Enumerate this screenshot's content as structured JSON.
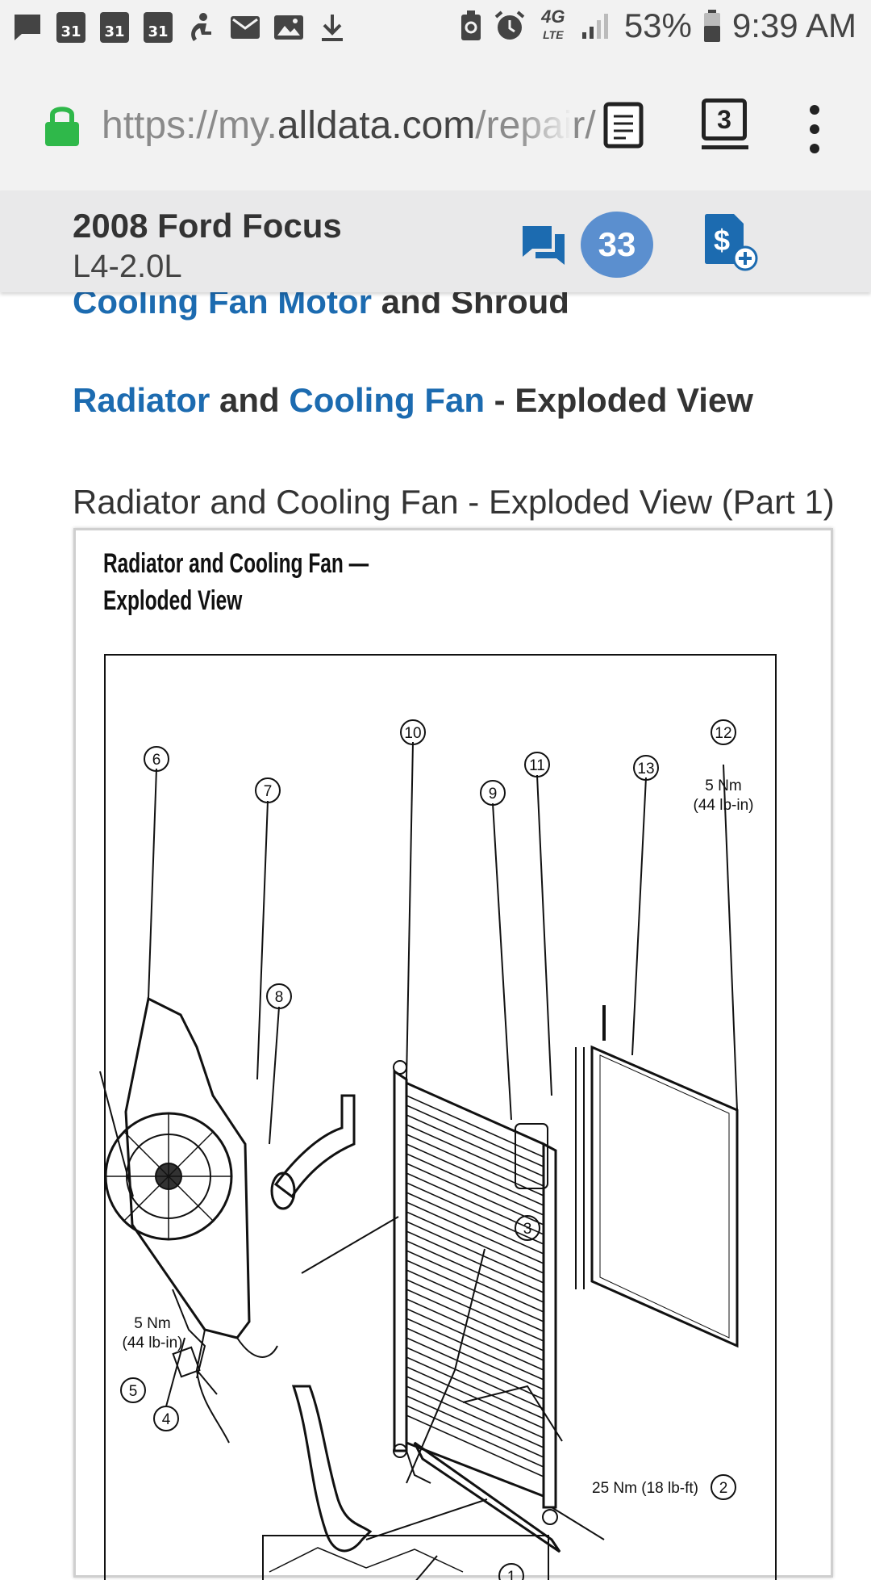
{
  "status_bar": {
    "battery": "53%",
    "time": "9:39 AM",
    "calendar_day": "31",
    "network": "4G LTE",
    "icons_left": [
      "message-icon",
      "calendar-icon",
      "calendar-icon",
      "calendar-icon",
      "accessibility-icon",
      "mail-icon",
      "image-icon",
      "download-icon"
    ],
    "icons_right": [
      "battery-saver-icon",
      "alarm-icon",
      "lte-icon",
      "signal-icon",
      "battery-icon"
    ]
  },
  "browser": {
    "url_scheme": "https://my.",
    "url_host": "alldata.com",
    "url_rest": "/repair/",
    "tab_count": "3",
    "lock_color": "#2fb84a"
  },
  "vehicle": {
    "name": "2008 Ford Focus",
    "engine": "L4-2.0L",
    "message_count": "33",
    "accent": "#1c6bb0"
  },
  "content": {
    "line1_link": "Cooling Fan Motor",
    "line1_rest": " and Shroud",
    "line2_link_a": "Radiator",
    "line2_and": " and ",
    "line2_link_b": "Cooling Fan",
    "line2_rest": " - Exploded View",
    "subheading": "Radiator and Cooling Fan - Exploded View (Part 1)",
    "figure_title_1": "Radiator and Cooling Fan —",
    "figure_title_2": "Exploded View",
    "callouts": [
      "1",
      "2",
      "3",
      "4",
      "5",
      "6",
      "7",
      "8",
      "9",
      "10",
      "11",
      "12",
      "13"
    ],
    "torque_12": "5 Nm",
    "torque_12_b": "(44 lb-in)",
    "torque_5": "5 Nm",
    "torque_5_b": "(44 lb-in)",
    "torque_2": "25 Nm (18 lb-ft)"
  }
}
